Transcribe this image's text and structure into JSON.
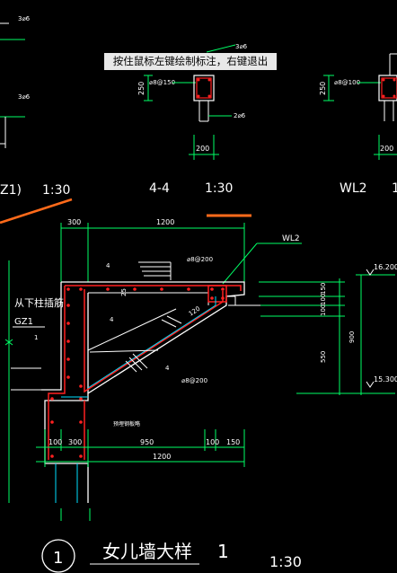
{
  "tooltip": "按住鼠标左键绘制标注，右键退出",
  "sections": {
    "left_title_fragment": "Z1)",
    "left_scale": "1:30",
    "mid_title": "4-4",
    "mid_scale": "1:30",
    "right_title": "WL2",
    "right_scale_fragment": "1"
  },
  "top_details": {
    "left_top": "3⌀6",
    "left_mid": "3⌀6",
    "mid_top": "3⌀6",
    "mid_stirrup": "⌀8@150",
    "mid_height": "250",
    "mid_bottom_bar": "2⌀6",
    "mid_width": "200",
    "right_stirrup": "⌀8@100",
    "right_height": "250",
    "right_width": "200"
  },
  "main_detail": {
    "dim_300": "300",
    "dim_1200_top": "1200",
    "beam_label": "WL2",
    "rebar_top": "⌀8@200",
    "num_4_a": "4",
    "num_4_b": "4",
    "num_4_c": "4",
    "num_25": "25",
    "num_120": "120",
    "column_note": "从下柱插筋",
    "column_label": "GZ1",
    "num_1": "1",
    "rebar_mid": "⌀8@200",
    "note_small": "预埋钢板略",
    "dim_100_a": "100",
    "dim_300_b": "300",
    "dim_950": "950",
    "dim_100_b": "100",
    "dim_150": "150",
    "dim_1200_bottom": "1200",
    "vdim_150": "150",
    "vdim_100": "100",
    "vdim_100b": "100",
    "vdim_550": "550",
    "vdim_900": "900",
    "elev_top": "16.200",
    "elev_bottom": "15.300"
  },
  "footer": {
    "circle_num": "1",
    "title": "女儿墙大样",
    "num": "1",
    "scale": "1:30"
  },
  "colors": {
    "background": "#000000",
    "line_green": "#00ff66",
    "line_white": "#ffffff",
    "rebar_red": "#ff2020",
    "cyan": "#00e0ff",
    "orange": "#ff6a1a",
    "tooltip_bg": "#e8e8e8"
  }
}
